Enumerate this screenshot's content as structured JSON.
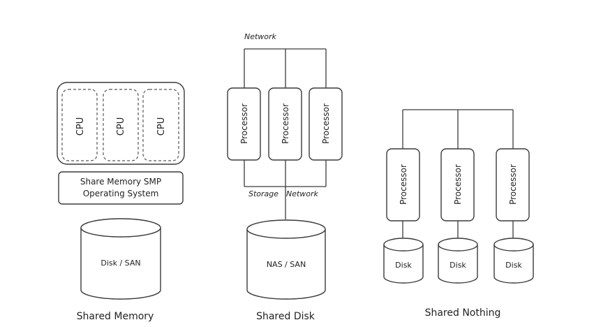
{
  "shared_memory": {
    "cpus": [
      "CPU",
      "CPU",
      "CPU"
    ],
    "os_line1": "Share Memory SMP",
    "os_line2": "Operating System",
    "storage": "Disk / SAN",
    "caption": "Shared Memory"
  },
  "shared_disk": {
    "network_top": "Network",
    "processors": [
      "Processor",
      "Processor",
      "Processor"
    ],
    "storage_label": "Storage",
    "network_bottom": "Network",
    "storage": "NAS / SAN",
    "caption": "Shared Disk"
  },
  "shared_nothing": {
    "processors": [
      "Processor",
      "Processor",
      "Processor"
    ],
    "disks": [
      "Disk",
      "Disk",
      "Disk"
    ],
    "caption": "Shared Nothing"
  }
}
